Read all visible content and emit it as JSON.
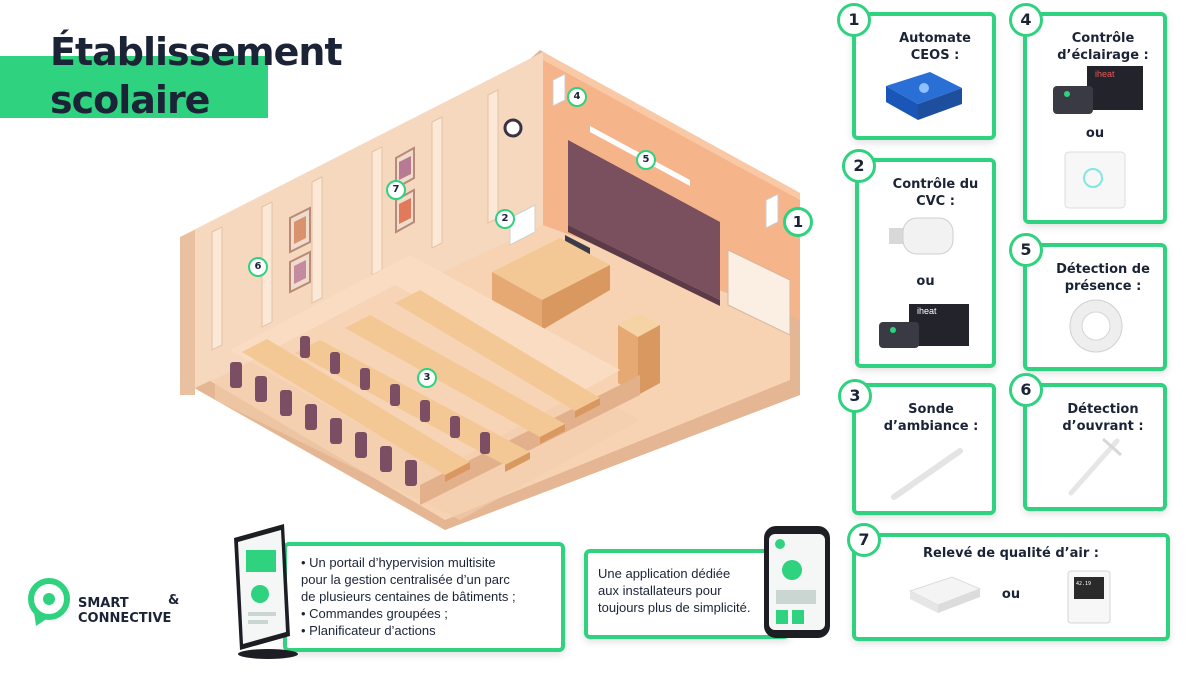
{
  "title": {
    "line1": "Établissement",
    "line2": "scolaire"
  },
  "colors": {
    "accent": "#2fd27f",
    "text": "#1b2436",
    "wall": "#f2c9a4",
    "wall_dark": "#f5a876",
    "board": "#7a4f5e",
    "desk": "#f3c895",
    "chair": "#7c4e63"
  },
  "room_markers": [
    "1",
    "2",
    "3",
    "4",
    "5",
    "6",
    "7"
  ],
  "cards": [
    {
      "num": "1",
      "title": "Automate CEOS :",
      "image": "ceos-controller-image"
    },
    {
      "num": "2",
      "title": "Contrôle du CVC :",
      "images": [
        "thermostatic-head-image",
        "heatit-relay-image"
      ],
      "or": "ou"
    },
    {
      "num": "3",
      "title": "Sonde d’ambiance :",
      "image": "ambient-probe-image"
    },
    {
      "num": "4",
      "title": "Contrôle d’éclairage :",
      "images": [
        "heatit-module-image",
        "touch-switch-image"
      ],
      "or": "ou"
    },
    {
      "num": "5",
      "title": "Détection de présence :",
      "image": "presence-sensor-image"
    },
    {
      "num": "6",
      "title": "Détection d’ouvrant :",
      "image": "opening-sensor-image"
    },
    {
      "num": "7",
      "title": "Relevé de qualité d’air :",
      "images": [
        "air-quality-box-image",
        "air-quality-display-image"
      ],
      "or": "ou"
    }
  ],
  "portal": {
    "lines": [
      "• Un portail d’hypervision multisite",
      "pour la gestion centralisée d’un parc",
      "de plusieurs centaines de bâtiments ;",
      "• Commandes groupées ;",
      "• Planificateur d’actions"
    ]
  },
  "app": {
    "lines": [
      "Une application dédiée",
      "aux installateurs pour",
      "toujours plus de simplicité."
    ]
  },
  "device_screen": {
    "temperature": "42.19"
  },
  "logo": {
    "line1": "SMART",
    "amp": "&",
    "line2": "CONNECTIVE"
  }
}
